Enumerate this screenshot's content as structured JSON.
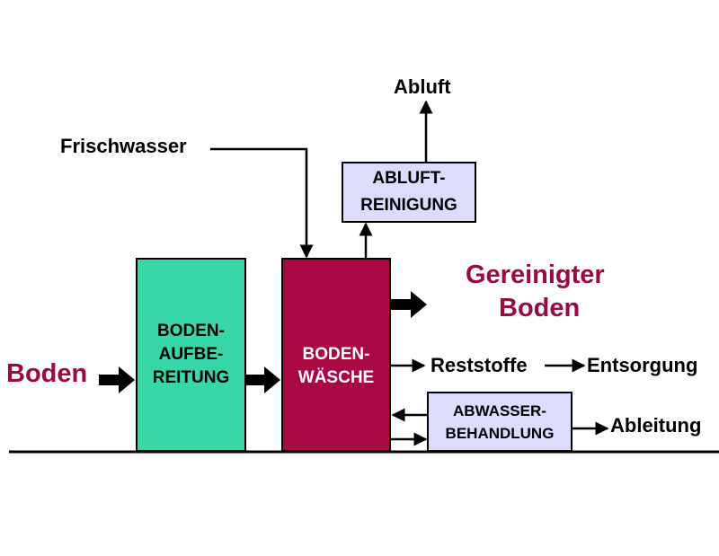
{
  "colors": {
    "teal": "#38D7A8",
    "maroon": "#AA0842",
    "lavender": "#DCDCFC",
    "accent_text": "#9B0A42"
  },
  "labels": {
    "boden": "Boden",
    "frischwasser": "Frischwasser",
    "abluft": "Abluft",
    "gereinigter": "Gereinigter",
    "boden_out": "Boden",
    "reststoffe": "Reststoffe",
    "entsorgung": "Entsorgung",
    "ableitung": "Ableitung"
  },
  "boxes": {
    "aufbereitung": [
      "BODEN-",
      "AUFBE-",
      "REITUNG"
    ],
    "waesche": [
      "BODEN-",
      "WÄSCHE"
    ],
    "abluft_reinigung": [
      "ABLUFT-",
      "REINIGUNG"
    ],
    "abwasser": [
      "ABWASSER-",
      "BEHANDLUNG"
    ]
  }
}
